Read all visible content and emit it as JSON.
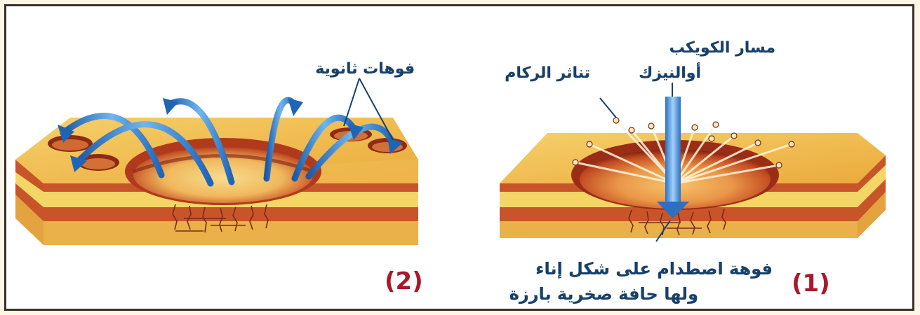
{
  "labels": {
    "secondary_craters": "فوهات ثانوية",
    "comet_path_line1": "مسار الكويكب",
    "comet_path_line2": "أوالنيزك",
    "debris_scatter": "تناثر الركام",
    "crater_desc_line1": "فوهة اصطدام على شكل إناء",
    "crater_desc_line2": "ولها حافة صخرية بارزة"
  },
  "panel_numbers": {
    "left": "(2)",
    "right": "(1)"
  },
  "colors": {
    "ground_top": "#f1bf4e",
    "layer_light": "#f3d666",
    "layer_red": "#c8552a",
    "crater_dark": "#a9311a",
    "arrow_blue": "#2f7fd0",
    "label_blue": "#17406b",
    "number_red": "#a8192b"
  }
}
